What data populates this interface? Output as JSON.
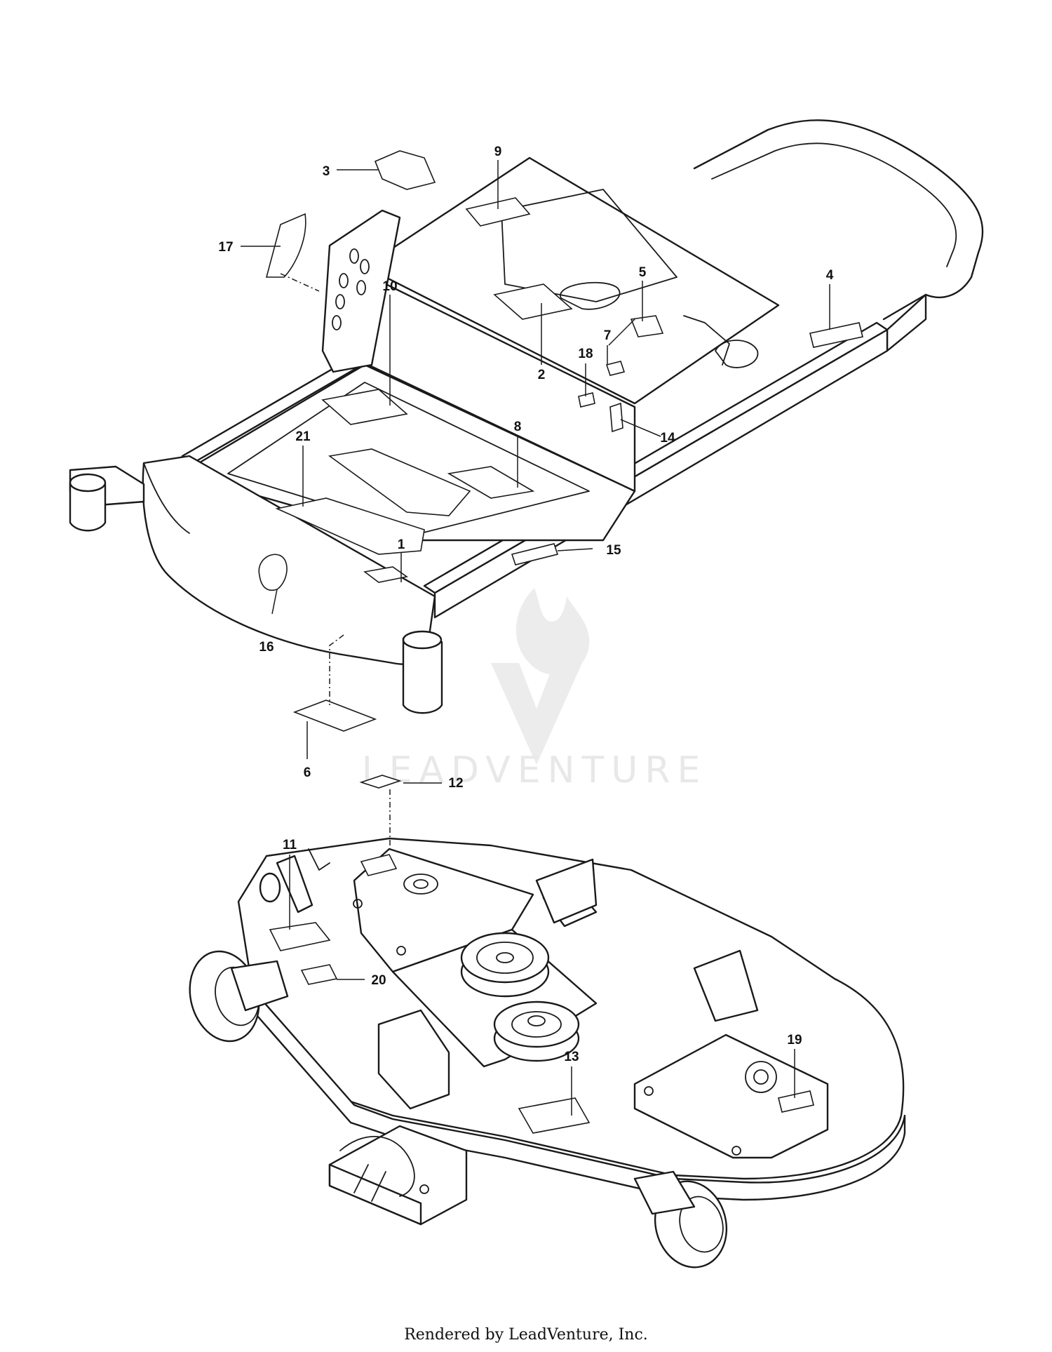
{
  "callouts": {
    "c1": "1",
    "c2": "2",
    "c3": "3",
    "c4": "4",
    "c5": "5",
    "c6": "6",
    "c7": "7",
    "c8": "8",
    "c9": "9",
    "c10": "10",
    "c11": "11",
    "c12": "12",
    "c13": "13",
    "c14": "14",
    "c15": "15",
    "c16": "16",
    "c17": "17",
    "c18": "18",
    "c19": "19",
    "c20": "20",
    "c21": "21"
  },
  "watermark": {
    "text": "LEADVENTURE"
  },
  "footer": {
    "text": "Rendered by LeadVenture, Inc."
  }
}
